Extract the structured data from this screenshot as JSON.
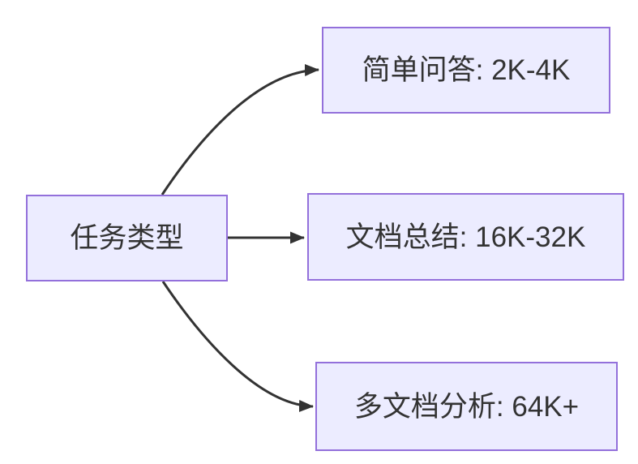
{
  "diagram": {
    "type": "flowchart-LR",
    "root": {
      "label": "任务类型"
    },
    "branches": [
      {
        "label": "简单问答: 2K-4K"
      },
      {
        "label": "文档总结: 16K-32K"
      },
      {
        "label": "多文档分析: 64K+"
      }
    ],
    "colors": {
      "node_fill": "#ECECFF",
      "node_border": "#9370DB",
      "edge": "#333333",
      "text": "#333333",
      "background": "#FFFFFF"
    }
  }
}
